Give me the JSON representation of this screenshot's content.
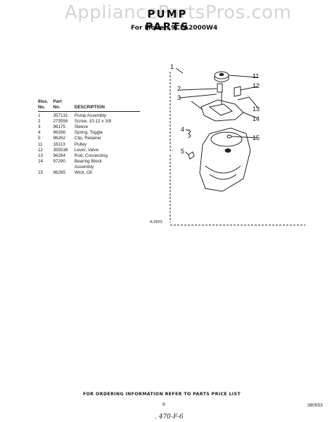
{
  "watermark": "AppliancePartsPros.com",
  "header": {
    "title": "PUMP PARTS",
    "model_line": "For Model: 9CFA2000W4"
  },
  "table": {
    "columns": [
      {
        "line1": "Illus.",
        "line2": "No."
      },
      {
        "line1": "Part",
        "line2": "No."
      },
      {
        "line1": "",
        "line2": "DESCRIPTION"
      }
    ],
    "rows": [
      {
        "illus": "1",
        "part": "357131",
        "desc": "Pump Assembly"
      },
      {
        "illus": "2",
        "part": "273556",
        "desc": "Screw, 10-12 x 3/8"
      },
      {
        "illus": "3",
        "part": "96175",
        "desc": "Sleeve"
      },
      {
        "illus": "4",
        "part": "96266",
        "desc": "Spring, Toggle"
      },
      {
        "illus": "5",
        "part": "96262",
        "desc": "Clip, Retainer"
      },
      {
        "illus": "11",
        "part": "16113",
        "desc": "Pulley"
      },
      {
        "illus": "12",
        "part": "355538",
        "desc": "Lever, Valve"
      },
      {
        "illus": "13",
        "part": "96264",
        "desc": "Rod, Connecting"
      },
      {
        "illus": "14",
        "part": "97290",
        "desc": "Bearing Block"
      },
      {
        "illus": "",
        "part": "",
        "desc": "Assembly"
      },
      {
        "illus": "15",
        "part": "96265",
        "desc": "Wick, Oil"
      }
    ]
  },
  "diagram": {
    "ref_code": "A-0553",
    "callouts": {
      "c1": "1",
      "c2": "2",
      "c3": "3",
      "c4": "4",
      "c5": "5",
      "c11": "11",
      "c12": "12",
      "c13": "13",
      "c14": "14",
      "c15": "15"
    }
  },
  "footer": {
    "order_note": "FOR ORDERING INFORMATION REFER TO PARTS PRICE LIST",
    "page_number": "9",
    "doc_number": "380553",
    "handwritten_note": ". 470-F-6"
  }
}
